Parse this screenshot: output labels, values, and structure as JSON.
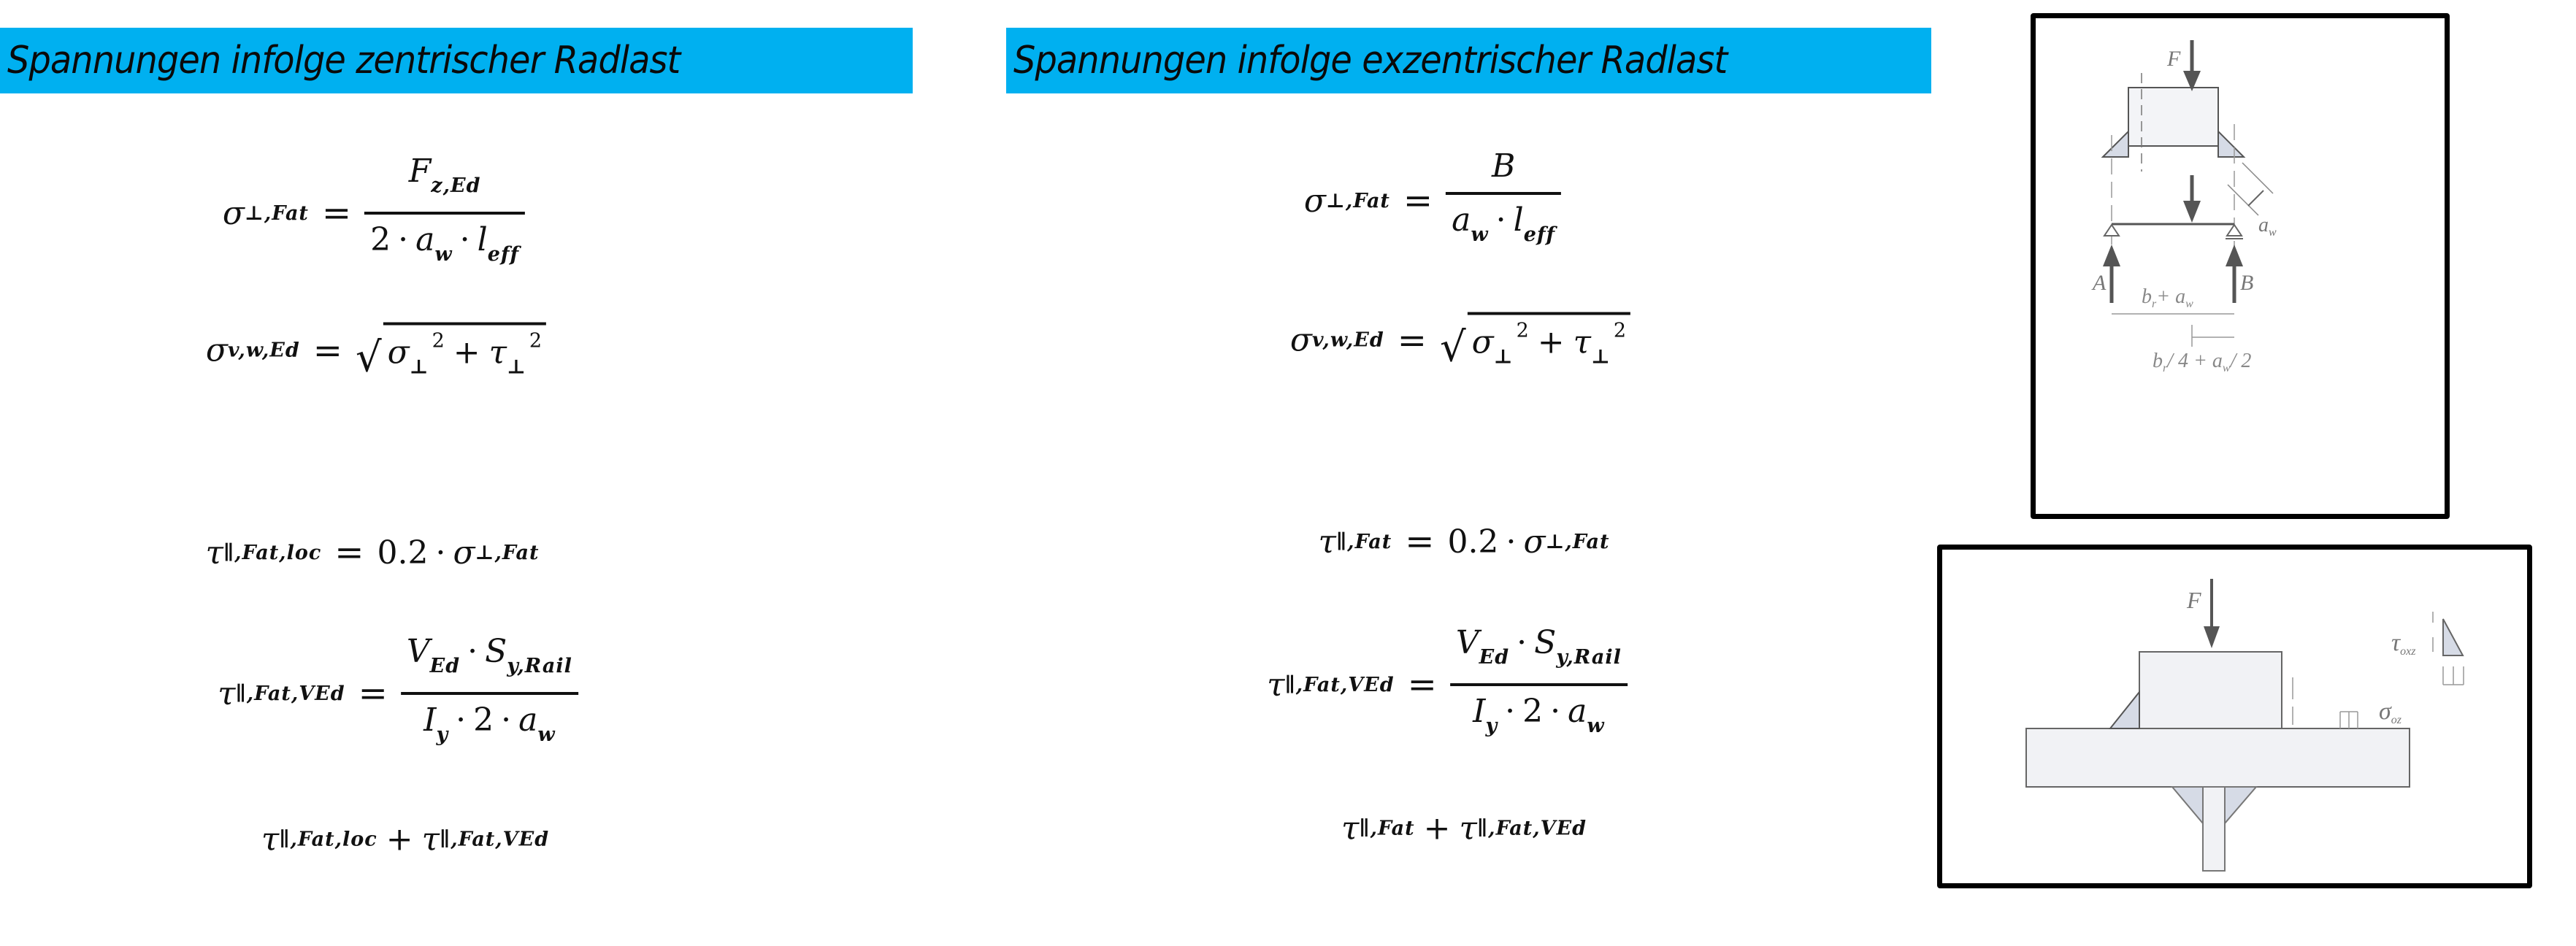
{
  "colors": {
    "header_bg": "#00B0F0",
    "text": "#111111",
    "diagram_stroke": "#555555",
    "diagram_fill": "#dfe3ea"
  },
  "left_section": {
    "title": "Spannungen infolge zentrischer Radlast",
    "formulas": [
      {
        "id": "sigma-perp-fat",
        "lhs": "σ",
        "lhs_sub": "⊥,Fat",
        "num": "F",
        "num_sub": "z,Ed",
        "den_parts": [
          "2",
          "a",
          "w",
          "l",
          "eff"
        ]
      },
      {
        "id": "sigma-vw-ed",
        "lhs": "σ",
        "lhs_sub": "v,w,Ed",
        "rad_a": "σ",
        "rad_a_sub": "⊥",
        "rad_b": "τ",
        "rad_b_sub": "⊥",
        "power": "2"
      },
      {
        "id": "tau-par-fat-loc",
        "lhs": "τ",
        "lhs_sub": "∥,Fat,loc",
        "factor": "0.2",
        "rhs": "σ",
        "rhs_sub": "⊥,Fat"
      },
      {
        "id": "tau-par-fat-ved",
        "lhs": "τ",
        "lhs_sub": "∥,Fat,VEd",
        "num_a": "V",
        "num_a_sub": "Ed",
        "num_b": "S",
        "num_b_sub": "y,Rail",
        "den_a": "I",
        "den_a_sub": "y",
        "den_b": "2",
        "den_c": "a",
        "den_c_sub": "w"
      },
      {
        "id": "tau-sum",
        "a": "τ",
        "a_sub": "∥,Fat,loc",
        "b": "τ",
        "b_sub": "∥,Fat,VEd"
      }
    ]
  },
  "middle_section": {
    "title": "Spannungen infolge exzentrischer Radlast",
    "formulas": [
      {
        "id": "sigma-perp-fat",
        "lhs": "σ",
        "lhs_sub": "⊥,Fat",
        "num": "B",
        "den_a": "a",
        "den_a_sub": "w",
        "den_b": "l",
        "den_b_sub": "eff"
      },
      {
        "id": "sigma-vw-ed",
        "lhs": "σ",
        "lhs_sub": "v,w,Ed",
        "rad_a": "σ",
        "rad_a_sub": "⊥",
        "rad_b": "τ",
        "rad_b_sub": "⊥",
        "power": "2"
      },
      {
        "id": "tau-par-fat",
        "lhs": "τ",
        "lhs_sub": "∥,Fat",
        "factor": "0.2",
        "rhs": "σ",
        "rhs_sub": "⊥,Fat"
      },
      {
        "id": "tau-par-fat-ved",
        "lhs": "τ",
        "lhs_sub": "∥,Fat,VEd",
        "num_a": "V",
        "num_a_sub": "Ed",
        "num_b": "S",
        "num_b_sub": "y,Rail",
        "den_a": "I",
        "den_a_sub": "y",
        "den_b": "2",
        "den_c": "a",
        "den_c_sub": "w"
      },
      {
        "id": "tau-sum",
        "a": "τ",
        "a_sub": "∥,Fat",
        "b": "τ",
        "b_sub": "∥,Fat,VEd"
      }
    ]
  },
  "diagrams": {
    "beam_model": {
      "labels": {
        "force": "F",
        "support_a": "A",
        "support_b": "B",
        "weld": "a",
        "weld_sub": "w",
        "span": "b",
        "span_sub": "r",
        "span_plus": "+ a",
        "span_plus_sub": "w",
        "offset": "b",
        "offset_sub": "r",
        "offset_rest": "/ 4 + a",
        "offset_rest_sub": "w",
        "offset_end": "/ 2"
      }
    },
    "rail_section": {
      "labels": {
        "force": "F",
        "tau": "τ",
        "tau_sub": "oxz",
        "sigma": "σ",
        "sigma_sub": "oz"
      }
    }
  }
}
